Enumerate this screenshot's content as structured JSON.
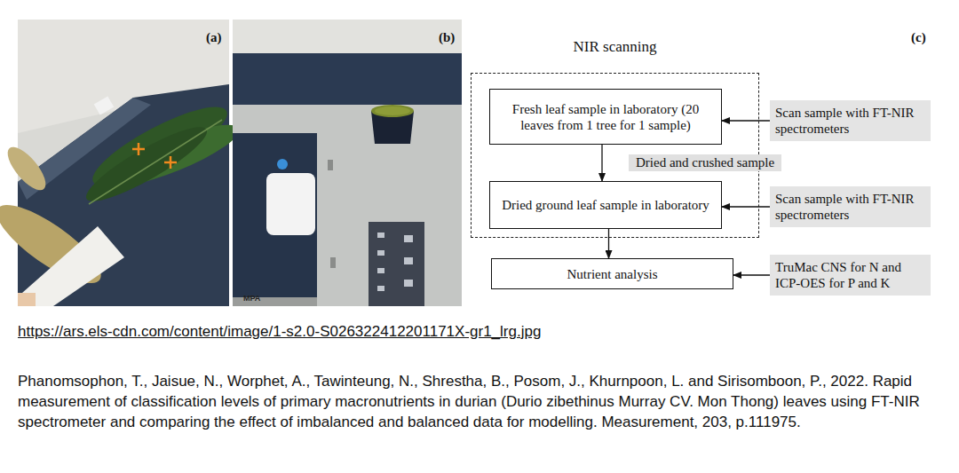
{
  "diagram": {
    "caption": "Phanomsophon, T., Jaisue, N., Worphet, A., Tawinteung, N., Shrestha, B., Posom, J., Khurnpoon, L. and Sirisomboon, P., 2022. Rapid measurement of classification levels of primary macronutrients in durian (Durio zibethinus Murray CV. Mon Thong) leaves using FT-NIR spectrometer and comparing the effect of imbalanced and balanced data for modelling. Measurement, 203, p.111975.",
    "nodes": [
      {
        "text": [
          "NIR scanning"
        ]
      },
      {
        "text": [
          "Fresh leaf sample in laboratory (20 leaves from 1 tree for 1 sample)"
        ],
        "in": 0
      },
      {
        "text": [
          "Dried ground leaf sample in laboratory"
        ],
        "in": 0
      },
      {
        "text": [
          "Nutrient analysis"
        ]
      },
      {
        "text": [
          "Scan sample with FT-NIR spectrometers"
        ]
      },
      {
        "text": [
          "Scan sample with FT-NIR spectrometers"
        ]
      },
      {
        "text": [
          "TruMac CNS for N and ICP-OES for P and K"
        ]
      }
    ],
    "edges": [
      {
        "from": 1,
        "to": 2,
        "arrow": "to",
        "label": "Dried and crushed sample"
      },
      {
        "from": 2,
        "to": 3,
        "arrow": "to"
      },
      {
        "from": 4,
        "to": 1,
        "arrow": "to"
      },
      {
        "from": 5,
        "to": 2,
        "arrow": "to"
      },
      {
        "from": 6,
        "to": 3,
        "arrow": "to"
      }
    ],
    "labels": [
      "(a)",
      "(b)",
      "(c)",
      "MPA",
      "https://ars.els-cdn.com/content/image/1-s2.0-S026322412201171X-gr1_lrg.jpg"
    ]
  }
}
